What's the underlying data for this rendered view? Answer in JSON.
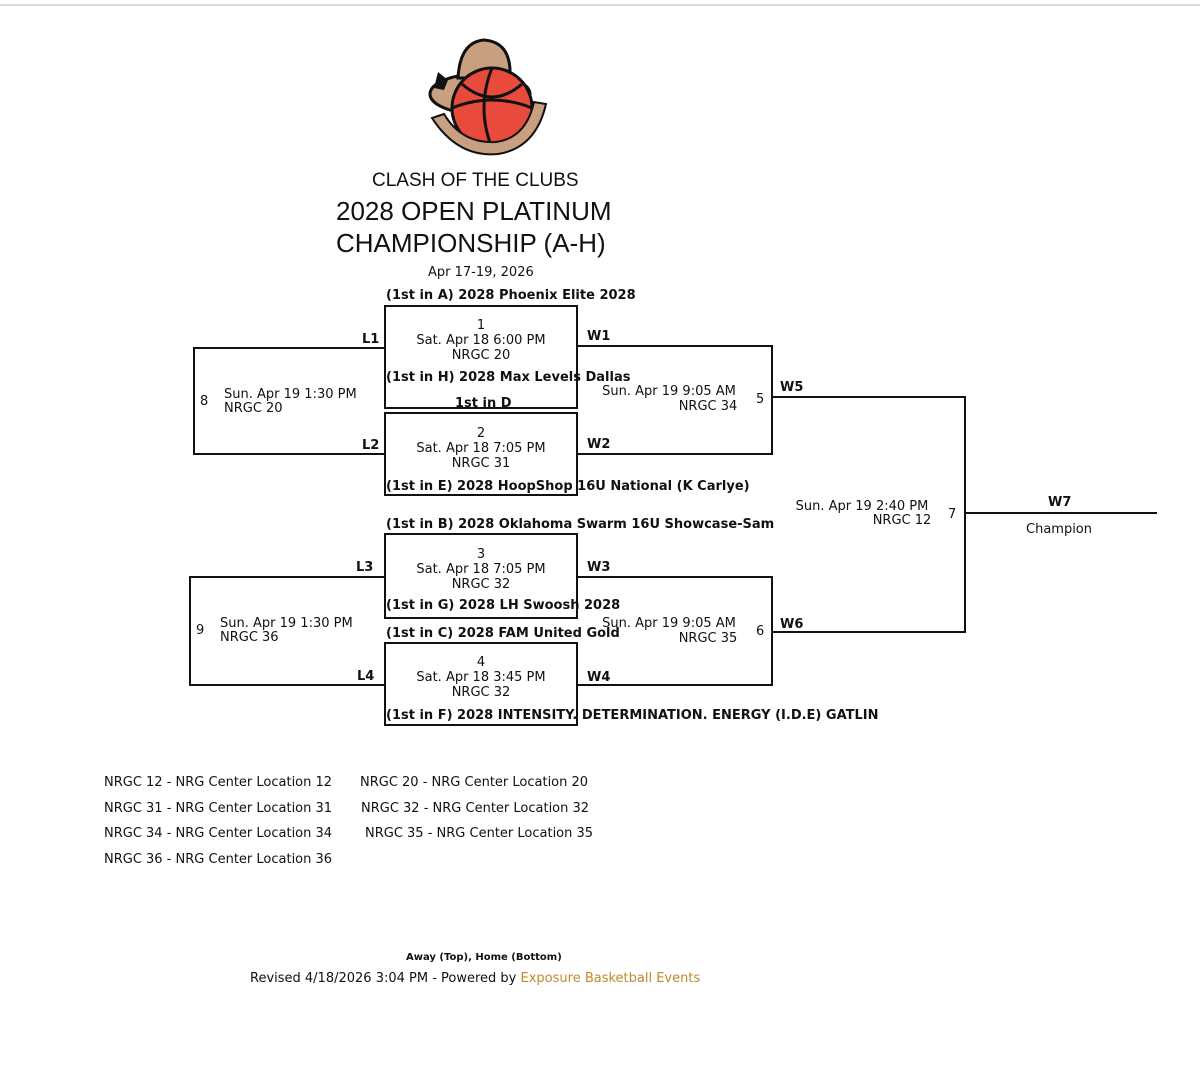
{
  "header": {
    "event_name": "CLASH OF THE CLUBS",
    "division_line1": "2028 OPEN PLATINUM",
    "division_line2": "CHAMPIONSHIP (A-H)",
    "dates": "Apr 17-19, 2026",
    "logo_text": "CLASH OF THE CLUBS"
  },
  "bracket": {
    "games": {
      "g1": {
        "number": "1",
        "time": "Sat. Apr 18 6:00 PM",
        "court": "NRGC 20",
        "away": "(1st in A) 2028 Phoenix Elite 2028",
        "home": "(1st in H) 2028 Max Levels Dallas",
        "winner_label": "W1",
        "loser_label": "L1"
      },
      "g2": {
        "number": "2",
        "time": "Sat. Apr 18 7:05 PM",
        "court": "NRGC 31",
        "away": "1st in D",
        "home": "(1st in E) 2028 HoopShop 16U National (K Carlye)",
        "winner_label": "W2",
        "loser_label": "L2"
      },
      "g3": {
        "number": "3",
        "time": "Sat. Apr 18 7:05 PM",
        "court": "NRGC 32",
        "away": "(1st in B) 2028 Oklahoma Swarm 16U Showcase-Sam",
        "home": "(1st in G) 2028 LH Swoosh 2028",
        "winner_label": "W3",
        "loser_label": "L3"
      },
      "g4": {
        "number": "4",
        "time": "Sat. Apr 18 3:45 PM",
        "court": "NRGC 32",
        "away": "(1st in C) 2028 FAM United Gold",
        "home": "(1st in F) 2028 INTENSITY. DETERMINATION. ENERGY (I.D.E) GATLIN",
        "winner_label": "W4",
        "loser_label": "L4"
      },
      "g5": {
        "number": "5",
        "time": "Sun. Apr 19 9:05 AM",
        "court": "NRGC 34",
        "winner_label": "W5"
      },
      "g6": {
        "number": "6",
        "time": "Sun. Apr 19 9:05 AM",
        "court": "NRGC 35",
        "winner_label": "W6"
      },
      "g7": {
        "number": "7",
        "time": "Sun. Apr 19 2:40 PM",
        "court": "NRGC 12",
        "winner_label": "W7",
        "result": "Champion"
      },
      "g8": {
        "number": "8",
        "time": "Sun. Apr 19 1:30 PM",
        "court": "NRGC 20"
      },
      "g9": {
        "number": "9",
        "time": "Sun. Apr 19 1:30 PM",
        "court": "NRGC 36"
      }
    }
  },
  "legend": [
    "NRGC 12 - NRG Center Location 12",
    "NRGC 20 - NRG Center Location 20",
    "NRGC 31 - NRG Center Location 31",
    "NRGC 32 - NRG Center Location 32",
    "NRGC 34 - NRG Center Location 34",
    "NRGC 35 - NRG Center Location 35",
    "NRGC 36 - NRG Center Location 36"
  ],
  "footer": {
    "note": "Away (Top), Home (Bottom)",
    "revised": "Revised 4/18/2026 3:04 PM - Powered by ",
    "link_text": "Exposure Basketball Events"
  },
  "colors": {
    "hat": "#c9a07f",
    "ball": "#e84a3c",
    "ribbon": "#c9a07f",
    "link": "#c08a2e"
  }
}
